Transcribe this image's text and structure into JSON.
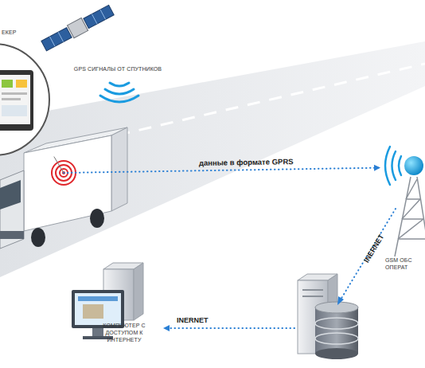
{
  "diagram": {
    "nodes": [
      {
        "text": [
          "ЕКЕР"
        ]
      },
      {
        "text": [
          "GPS СИГНАЛЫ ОТ СПУТНИКОВ"
        ]
      },
      {
        "text": [
          "GSM ОБС ОПЕРАТ"
        ]
      },
      {
        "text": [
          "КОМПЬЮТЕР С ДОСТУПОМ К ИНТЕРНЕТУ"
        ]
      }
    ],
    "edges": [
      {
        "from": 0,
        "to": 2,
        "label": "данные в формате GPRS",
        "arrow": "to"
      }
    ],
    "labels": [
      "INERNET",
      "INERNET"
    ]
  }
}
